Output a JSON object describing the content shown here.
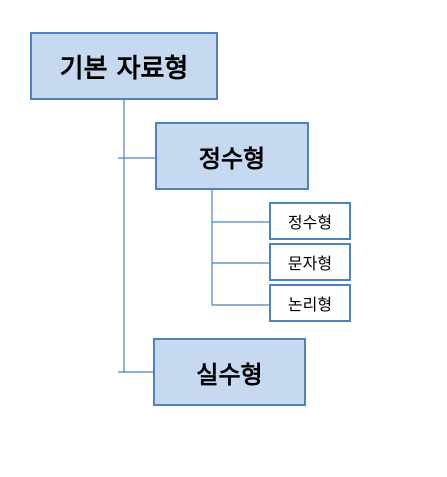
{
  "diagram": {
    "root": {
      "label": "기본 자료형"
    },
    "integer": {
      "label": "정수형"
    },
    "integer_children": [
      {
        "label": "정수형"
      },
      {
        "label": "문자형"
      },
      {
        "label": "논리형"
      }
    ],
    "real": {
      "label": "실수형"
    }
  },
  "colors": {
    "box_fill": "#c6d9f1",
    "box_border": "#4f81bd",
    "connector": "#4f81bd",
    "leaf_fill": "#ffffff"
  }
}
